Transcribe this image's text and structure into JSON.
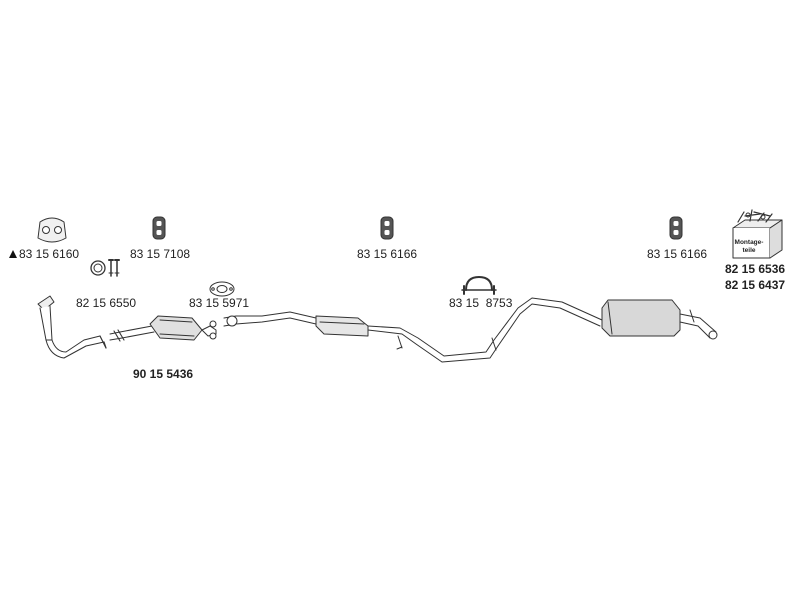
{
  "diagram": {
    "parts": [
      {
        "id": "flange-gasket",
        "number": "83 15 6160",
        "icon": "flange-gasket-icon",
        "marker": "triangle-marker"
      },
      {
        "id": "hanger-1",
        "number": "83 15 7108",
        "icon": "rubber-hanger-icon"
      },
      {
        "id": "hanger-2",
        "number": "83 15 6166",
        "icon": "rubber-hanger-icon"
      },
      {
        "id": "hanger-3",
        "number": "83 15 6166",
        "icon": "rubber-hanger-icon"
      },
      {
        "id": "mounting-kit",
        "number": "82 15 6536",
        "number2": "82 15 6437",
        "icon": "mounting-kit-box-icon",
        "box_label": "Montage-teile"
      },
      {
        "id": "ring-bolts",
        "number": "82 15 6550",
        "icon": "ring-and-bolts-icon"
      },
      {
        "id": "gasket-small",
        "number": "83 15 5971",
        "icon": "oval-gasket-icon"
      },
      {
        "id": "clamp",
        "number": "83 15  8753",
        "icon": "clamp-icon"
      },
      {
        "id": "downpipe-catalyst",
        "number": "90 15 5436",
        "icon": "exhaust-pipe-icon"
      }
    ]
  }
}
